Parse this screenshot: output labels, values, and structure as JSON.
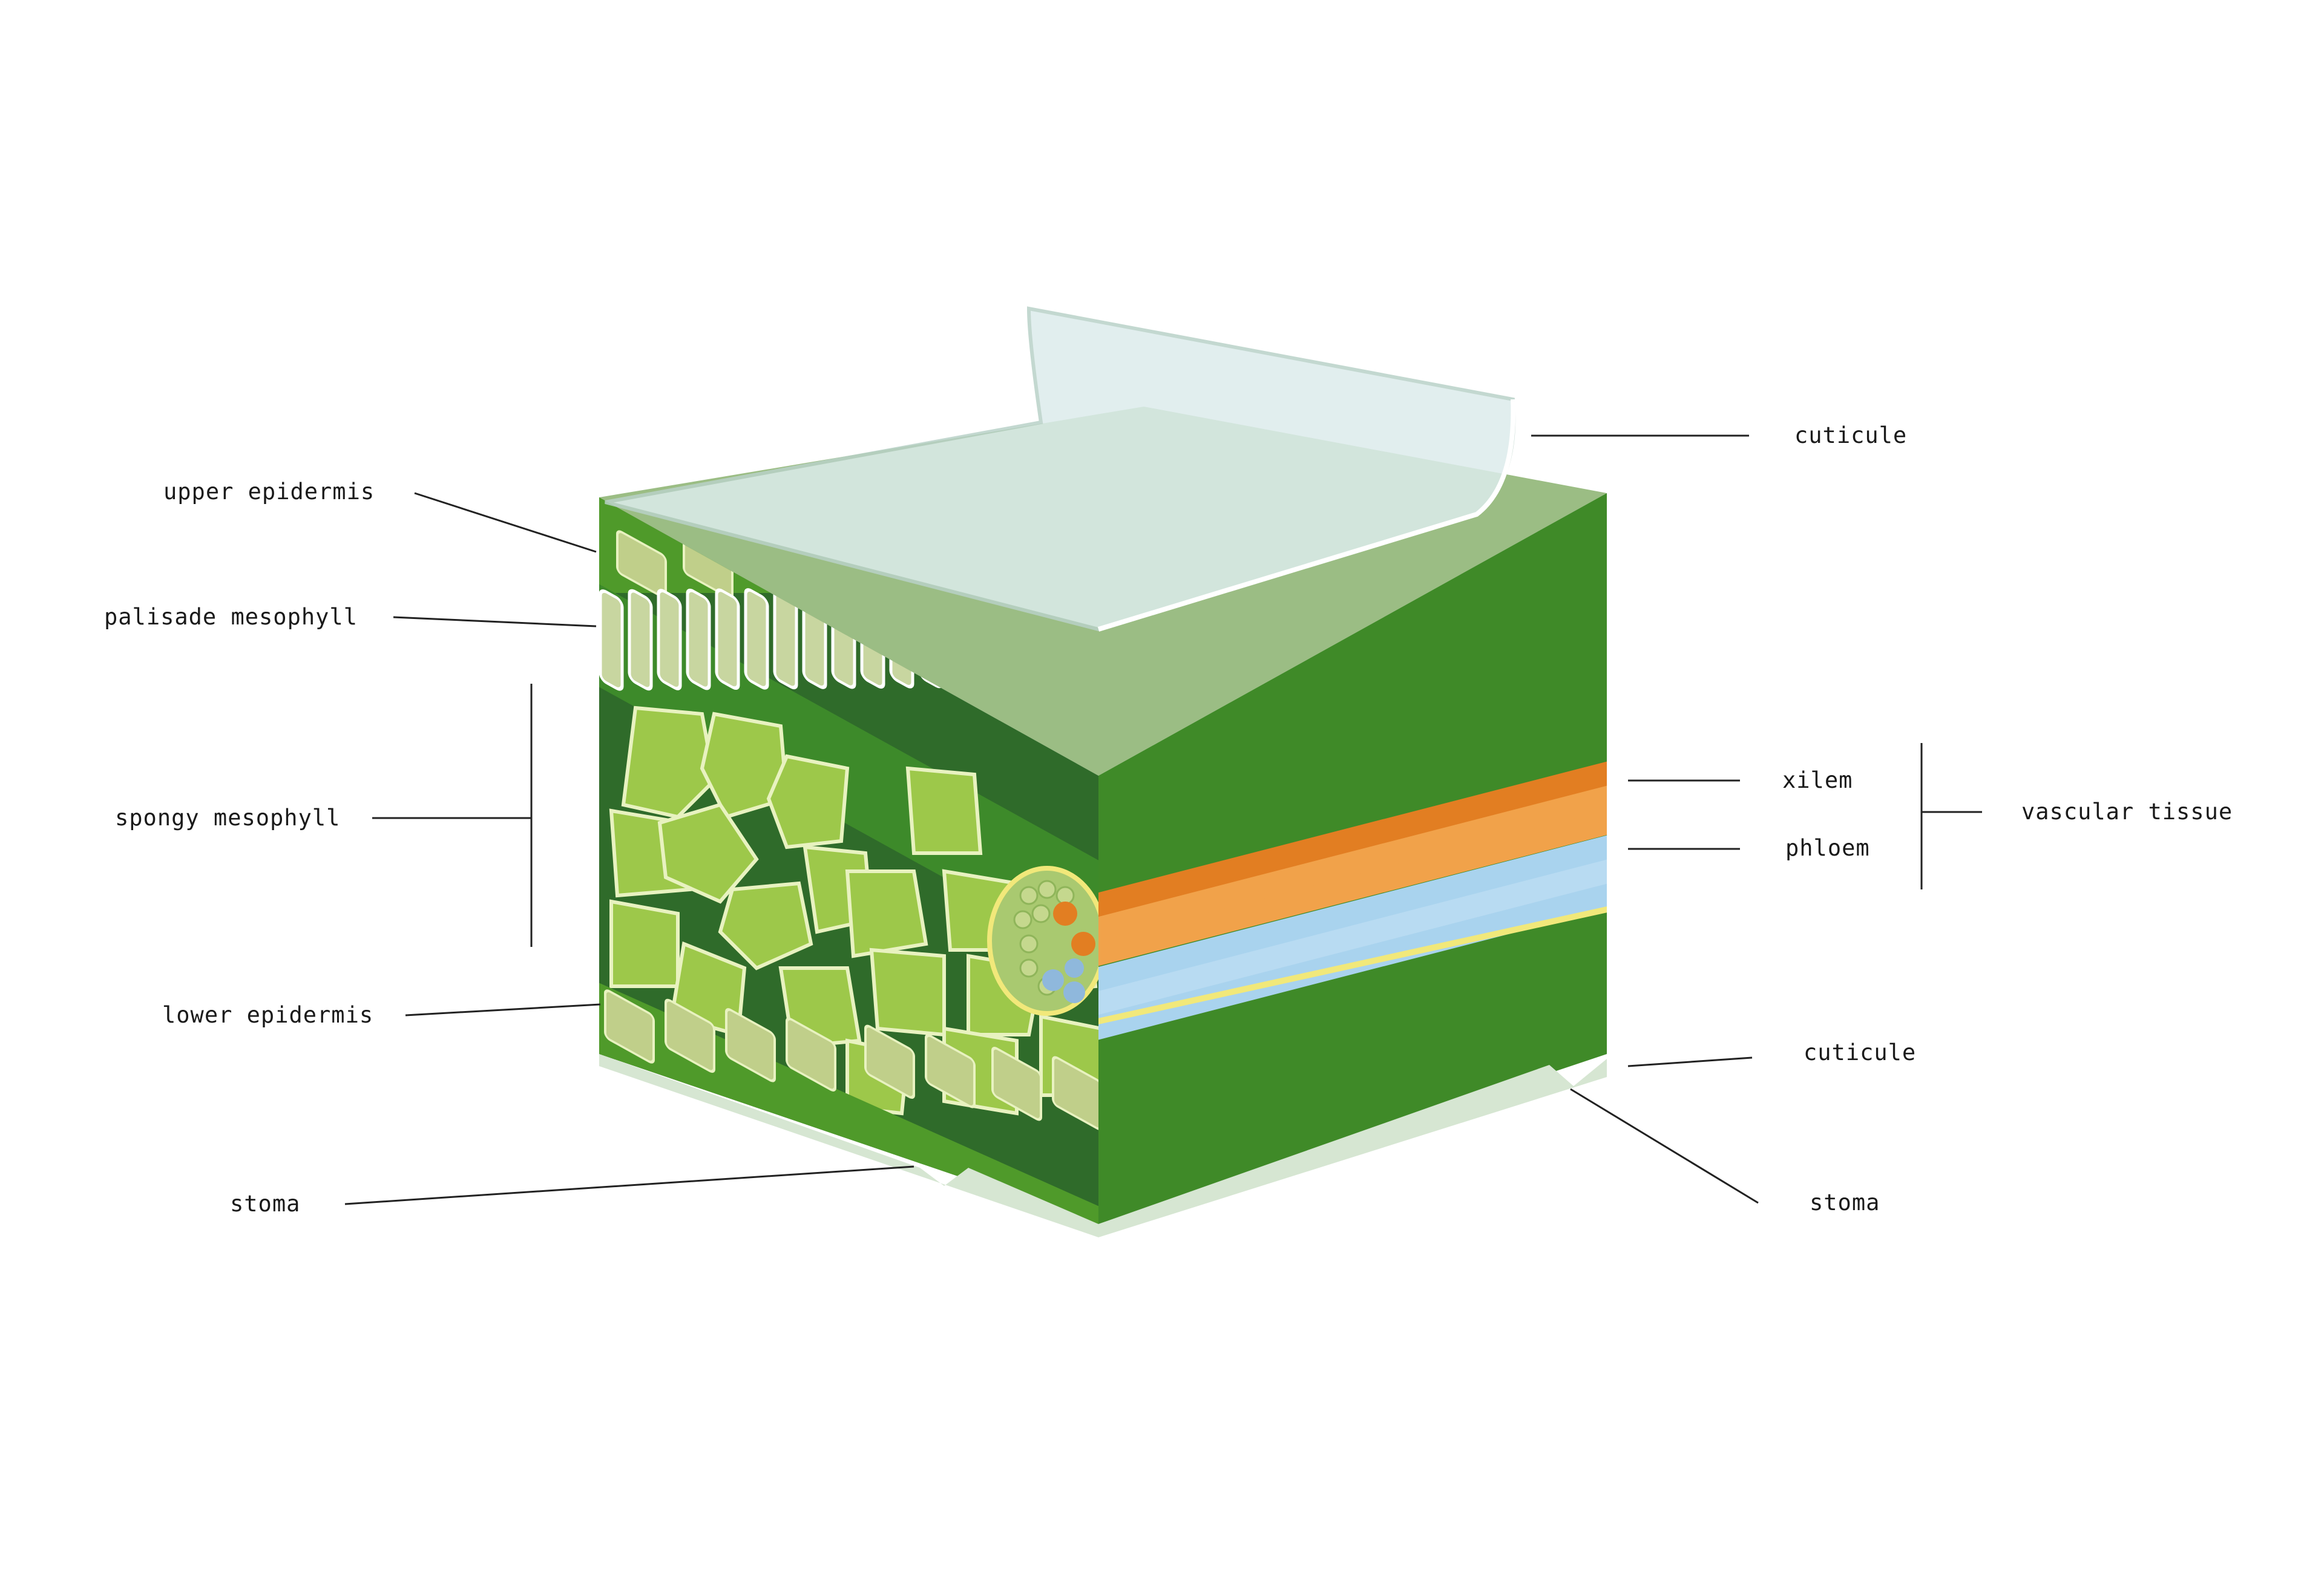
{
  "labels": {
    "cuticle_top": "cuticule",
    "upper_epidermis": "upper epidermis",
    "palisade_mesophyll": "palisade mesophyll",
    "spongy_mesophyll": "spongy mesophyll",
    "lower_epidermis": "lower epidermis",
    "stoma_left": "stoma",
    "xylem": "xilem",
    "phloem": "phloem",
    "vascular_tissue": "vascular tissue",
    "cuticle_bottom": "cuticule",
    "stoma_right": "stoma"
  },
  "colors": {
    "cell_green": "#9dc84a",
    "cell_outline": "#e8f2c0",
    "wall_green": "#4f9a2a",
    "dark_green": "#2f6b2a",
    "top_surface": "#9bbd84",
    "cuticle": "#dcecec",
    "xylem_orange": "#f1a24a",
    "phloem_blue": "#a9d3ee",
    "epidermis_cell": "#c0cf8a"
  }
}
